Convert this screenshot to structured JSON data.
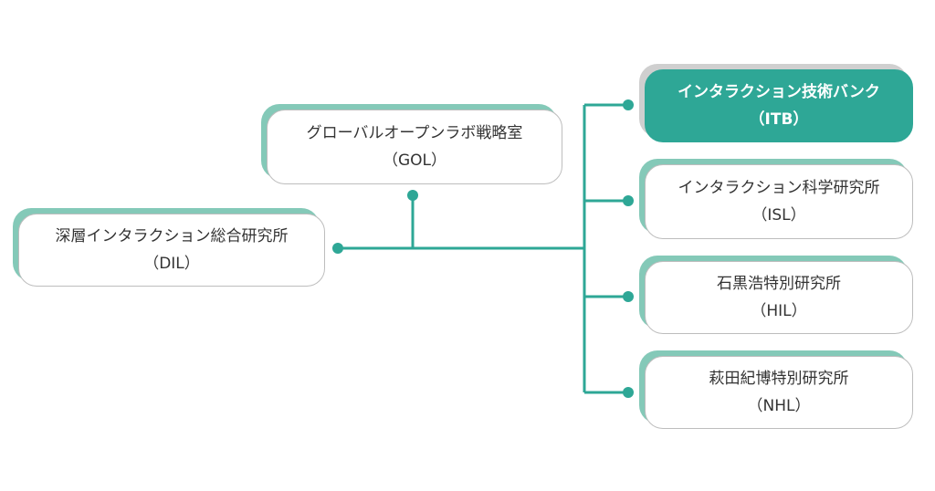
{
  "colors": {
    "accent": "#2ea796",
    "shadow": "#84c9b8",
    "line": "#2ea796"
  },
  "nodes": {
    "dil": {
      "name": "深層インタラクション総合研究所",
      "abbr": "（DIL）"
    },
    "gol": {
      "name": "グローバルオープンラボ戦略室",
      "abbr": "（GOL）"
    },
    "itb": {
      "name": "インタラクション技術バンク",
      "abbr": "（ITB）"
    },
    "isl": {
      "name": "インタラクション科学研究所",
      "abbr": "（ISL）"
    },
    "hil": {
      "name": "石黒浩特別研究所",
      "abbr": "（HIL）"
    },
    "nhl": {
      "name": "萩田紀博特別研究所",
      "abbr": "（NHL）"
    }
  }
}
